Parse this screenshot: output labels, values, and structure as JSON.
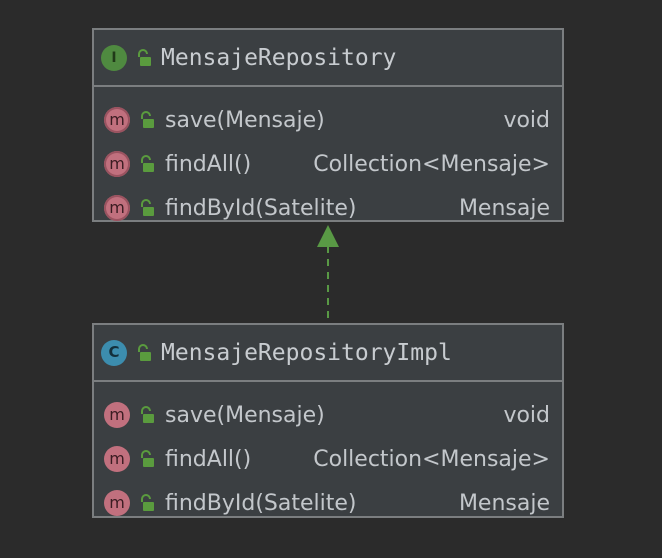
{
  "colors": {
    "background": "#2b2b2b",
    "box_fill": "#3b3f42",
    "box_border": "#7b7e80",
    "arrow": "#599945",
    "interface_icon": "#4f8a40",
    "class_icon": "#3c8dae",
    "method_icon": "#c1707e"
  },
  "interface_box": {
    "kind_letter": "I",
    "kind_icon": "interface-icon",
    "title": "MensajeRepository",
    "members": [
      {
        "icon": "abstract-method-icon",
        "letter": "m",
        "signature": "save(Mensaje)",
        "type": "void"
      },
      {
        "icon": "abstract-method-icon",
        "letter": "m",
        "signature": "findAll()",
        "type": "Collection<Mensaje>"
      },
      {
        "icon": "abstract-method-icon",
        "letter": "m",
        "signature": "findById(Satelite)",
        "type": "Mensaje"
      }
    ]
  },
  "class_box": {
    "kind_letter": "C",
    "kind_icon": "class-icon",
    "title": "MensajeRepositoryImpl",
    "members": [
      {
        "icon": "method-icon",
        "letter": "m",
        "signature": "save(Mensaje)",
        "type": "void"
      },
      {
        "icon": "method-icon",
        "letter": "m",
        "signature": "findAll()",
        "type": "Collection<Mensaje>"
      },
      {
        "icon": "method-icon",
        "letter": "m",
        "signature": "findById(Satelite)",
        "type": "Mensaje"
      }
    ]
  },
  "relationship": {
    "type": "implements",
    "style": "dashed",
    "arrowhead": "hollow-triangle"
  }
}
